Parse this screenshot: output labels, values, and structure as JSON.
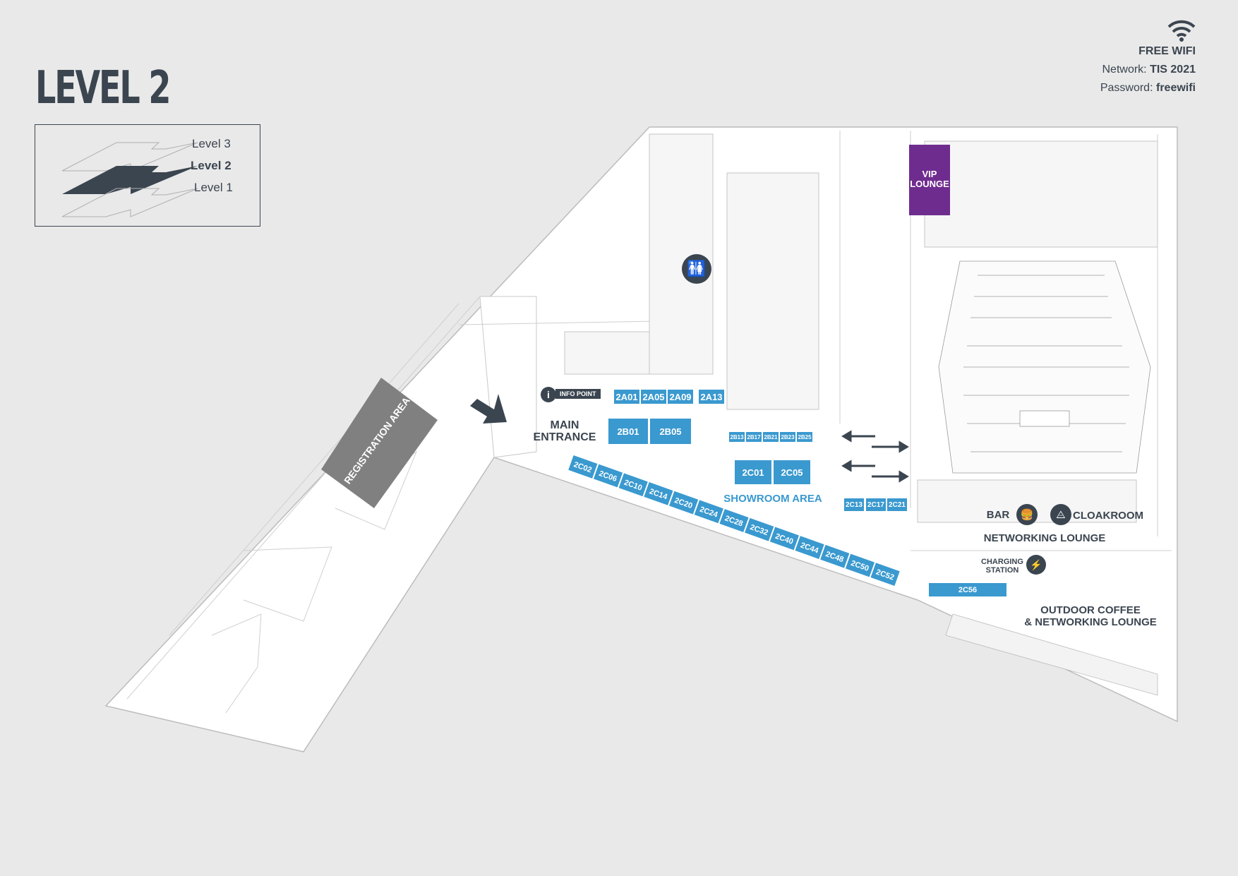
{
  "level": {
    "title": "LEVEL 2"
  },
  "level_selector": {
    "items": [
      "Level 3",
      "Level 2",
      "Level 1"
    ],
    "active": "Level 2"
  },
  "wifi": {
    "title": "FREE WIFI",
    "network_label": "Network:",
    "network_value": "TIS 2021",
    "password_label": "Password:",
    "password_value": "freewifi",
    "icon": "wifi-icon"
  },
  "areas": {
    "registration": "REGISTRATION AREA",
    "vip": [
      "VIP",
      "LOUNGE"
    ],
    "main_entrance": [
      "MAIN",
      "ENTRANCE"
    ],
    "info_point": "INFO POINT",
    "showroom": "SHOWROOM AREA",
    "bar": "BAR",
    "cloakroom": "CLOAKROOM",
    "networking": "NETWORKING LOUNGE",
    "charging": [
      "CHARGING",
      "STATION"
    ],
    "outdoor": [
      "OUTDOOR COFFEE",
      "& NETWORKING LOUNGE"
    ]
  },
  "booths": {
    "row_a": [
      "2A01",
      "2A05",
      "2A09",
      "2A13"
    ],
    "row_b": [
      "2B01",
      "2B05"
    ],
    "row_b_small": [
      "2B13",
      "2B17",
      "2B21",
      "2B23",
      "2B25"
    ],
    "row_c_main": [
      "2C01",
      "2C05"
    ],
    "row_c_small": [
      "2C13",
      "2C17",
      "2C21"
    ],
    "diagonal": [
      "2C02",
      "2C06",
      "2C10",
      "2C14",
      "2C20",
      "2C24",
      "2C28",
      "2C32",
      "2C40",
      "2C44",
      "2C48",
      "2C50",
      "2C52"
    ],
    "outdoor": "2C56"
  },
  "colors": {
    "booth": "#3a99cf",
    "vip": "#6f2c8f",
    "dark": "#3b4550",
    "registration": "#808080"
  }
}
